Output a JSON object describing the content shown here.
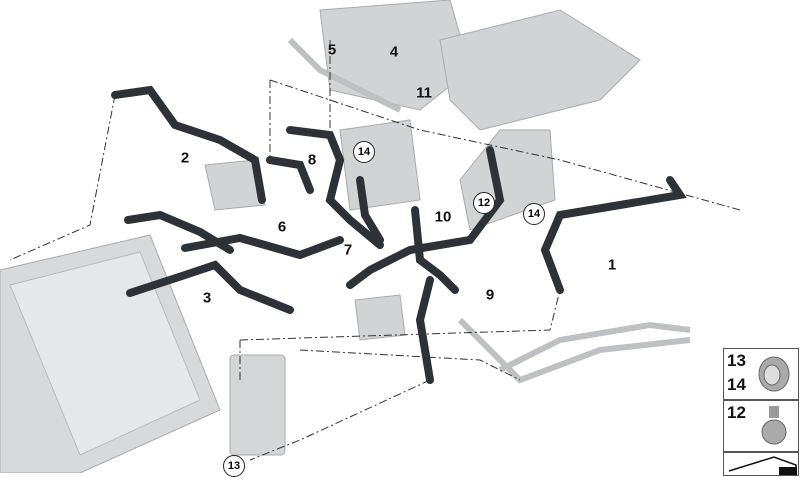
{
  "callouts": [
    "1",
    "2",
    "3",
    "4",
    "5",
    "6",
    "7",
    "8",
    "9",
    "10",
    "11"
  ],
  "circled_callouts": [
    "12",
    "14",
    "14",
    "13"
  ],
  "legend": {
    "box1_labels": [
      "13",
      "14"
    ],
    "box2_labels": [
      "12"
    ]
  },
  "colors": {
    "hose": "#2e3136",
    "component": "#c8c9cb",
    "line": "#333333"
  }
}
